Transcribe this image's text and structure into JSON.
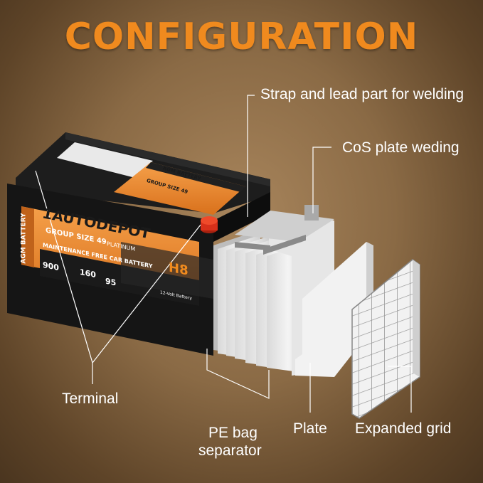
{
  "title": "CONFIGURATION",
  "callouts": {
    "strap": "Strap and lead part for welding",
    "cos": "CoS plate weding",
    "terminal": "Terminal",
    "pe_bag_line1": "PE bag",
    "pe_bag_line2": "separator",
    "plate": "Plate",
    "grid": "Expanded grid"
  },
  "battery": {
    "brand": "1AUTODEPOT",
    "group": "GROUP SIZE 49",
    "tier": "PLATINUM",
    "type": "AGM BATTERY",
    "tagline": "MAINTENANCE FREE CAR BATTERY",
    "cca": "900",
    "rc": "160",
    "ah": "95",
    "size_badge": "H8",
    "top_label_group": "GROUP SIZE 49",
    "top_label_type": "AGM BATTERY",
    "volt": "12-Volt Battery"
  },
  "colors": {
    "accent": "#f08a1e",
    "battery_body": "#141414",
    "label_orange": "#e8832a"
  }
}
